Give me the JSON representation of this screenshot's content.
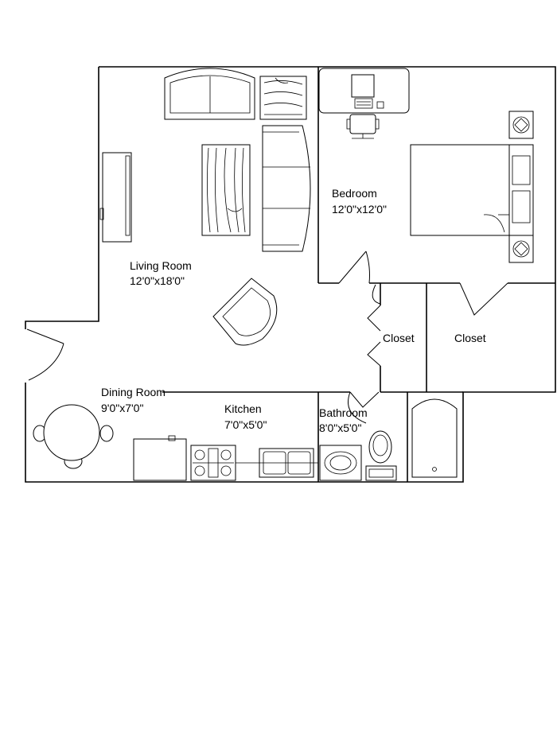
{
  "colors": {
    "background": "#ffffff",
    "line": "#000000"
  },
  "rooms": {
    "living_room": {
      "name": "Living Room",
      "size": "12'0\"x18'0\""
    },
    "bedroom": {
      "name": "Bedroom",
      "size": "12'0\"x12'0\""
    },
    "dining_room": {
      "name": "Dining Room",
      "size": "9'0\"x7'0\""
    },
    "kitchen": {
      "name": "Kitchen",
      "size": "7'0\"x5'0\""
    },
    "bathroom": {
      "name": "Bathroom",
      "size": "8'0\"x5'0\""
    },
    "closet_1": {
      "name": "Closet"
    },
    "closet_2": {
      "name": "Closet"
    }
  }
}
